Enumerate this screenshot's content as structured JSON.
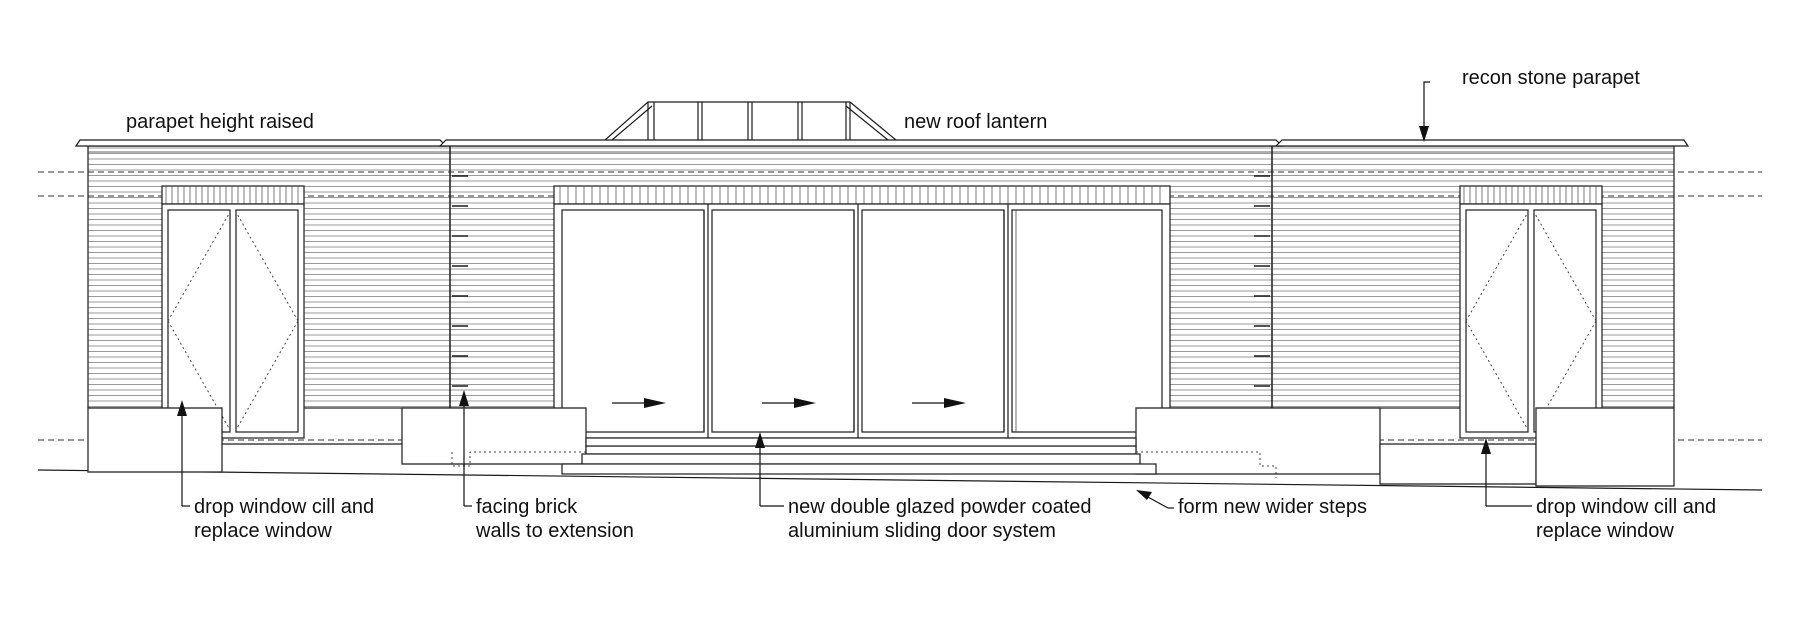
{
  "annotations": {
    "parapet_raised": "parapet height raised",
    "roof_lantern": "new roof lantern",
    "stone_parapet": "recon stone parapet",
    "window_left_l1": "drop window cill and",
    "window_left_l2": "replace window",
    "brick_l1": "facing brick",
    "brick_l2": "walls to extension",
    "door_l1": "new double glazed powder coated",
    "door_l2": "aluminium sliding door system",
    "steps": "form new wider steps",
    "window_right_l1": "drop window cill and",
    "window_right_l2": "replace window"
  },
  "colors": {
    "line": "#1a1a1a",
    "background": "#ffffff"
  }
}
